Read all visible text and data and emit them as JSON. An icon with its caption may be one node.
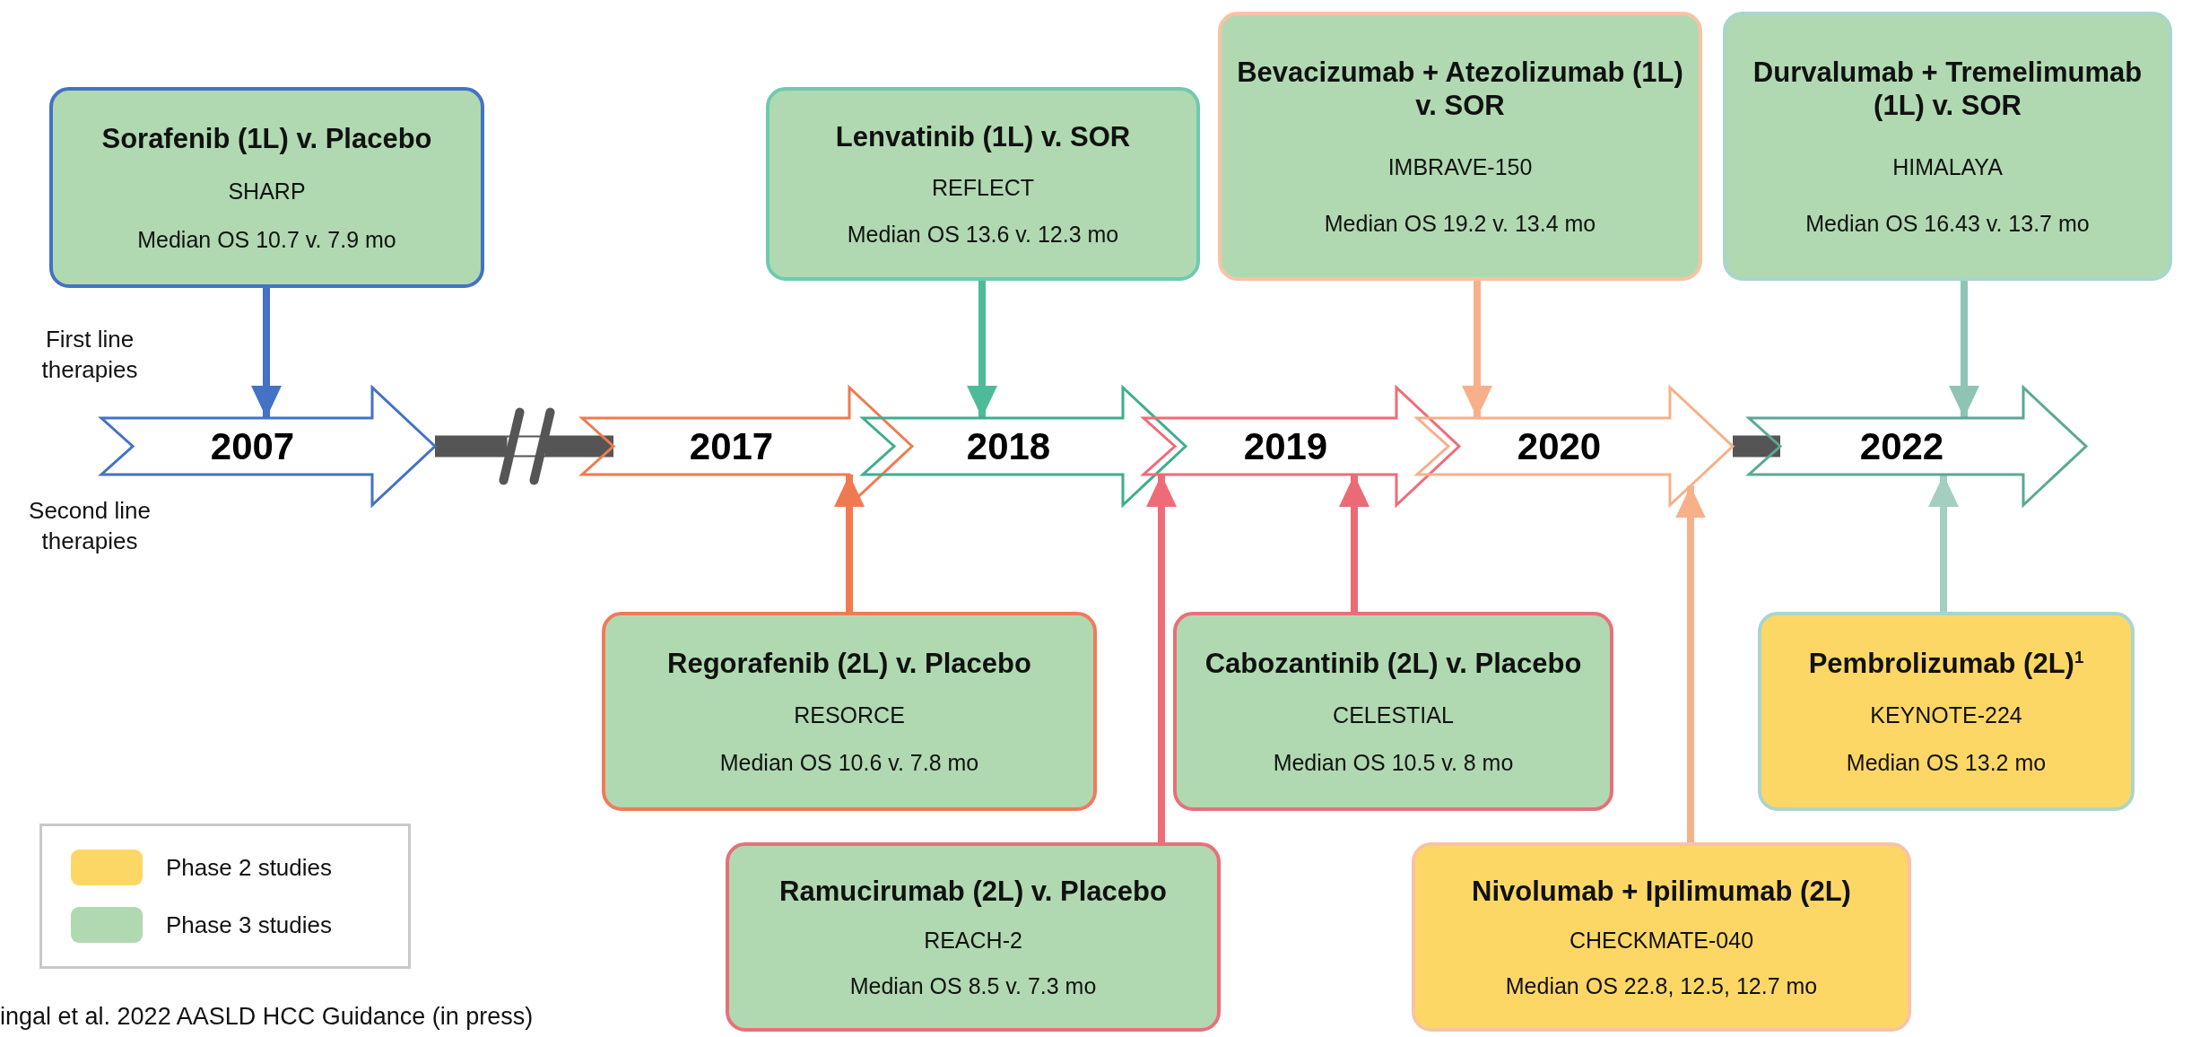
{
  "diagram": {
    "nodes": [
      {
        "text": [
          "Sorafenib (1L) v. Placebo",
          "SHARP",
          "Median OS 10.7 v. 7.9 mo"
        ]
      },
      {
        "text": [
          "Lenvatinib (1L) v. SOR",
          "REFLECT",
          "Median OS 13.6 v. 12.3 mo"
        ]
      },
      {
        "text": [
          "Bevacizumab + Atezolizumab (1L) v. SOR",
          "IMBRAVE-150",
          "Median OS 19.2 v. 13.4 mo"
        ]
      },
      {
        "text": [
          "Durvalumab + Tremelimumab (1L) v. SOR",
          "HIMALAYA",
          "Median OS 16.43 v. 13.7 mo"
        ]
      },
      {
        "text": [
          "2007"
        ]
      },
      {
        "text": [
          "2017"
        ]
      },
      {
        "text": [
          "2018"
        ]
      },
      {
        "text": [
          "2019"
        ]
      },
      {
        "text": [
          "2020"
        ]
      },
      {
        "text": [
          "2022"
        ]
      },
      {
        "text": [
          "Regorafenib (2L) v. Placebo",
          "RESORCE",
          "Median OS 10.6 v. 7.8 mo"
        ]
      },
      {
        "text": [
          "Cabozantinib (2L) v. Placebo",
          "CELESTIAL",
          "Median OS 10.5 v. 8 mo"
        ]
      },
      {
        "text": [
          "Pembrolizumab (2L)$^{1}$",
          "KEYNOTE-224",
          "Median OS 13.2 mo"
        ]
      },
      {
        "text": [
          "Ramucirumab (2L) v. Placebo",
          "REACH-2",
          "Median OS 8.5 v. 7.3 mo"
        ]
      },
      {
        "text": [
          "Nivolumab + Ipilimumab (2L)",
          "CHECKMATE-040",
          "Median OS 22.8, 12.5, 12.7 mo"
        ]
      }
    ],
    "edges": [
      {
        "from": 0,
        "to": 4,
        "arrow": "to",
        "color": "#4472c4"
      },
      {
        "from": 1,
        "to": 6,
        "arrow": "to",
        "color": "#4dbb9a"
      },
      {
        "from": 2,
        "to": 8,
        "arrow": "to",
        "color": "#f7b08a"
      },
      {
        "from": 3,
        "to": 9,
        "arrow": "to",
        "color": "#8fc4b4"
      },
      {
        "from": 10,
        "to": 5,
        "arrow": "to",
        "color": "#f07a50"
      },
      {
        "from": 13,
        "to": 7,
        "arrow": "to",
        "color": "#f06b78"
      },
      {
        "from": 11,
        "to": 7,
        "arrow": "to",
        "color": "#eb6a76"
      },
      {
        "from": 14,
        "to": 8,
        "arrow": "to",
        "color": "#f7b08a"
      },
      {
        "from": 12,
        "to": 9,
        "arrow": "to",
        "color": "#a4cfc0"
      },
      {
        "from": 4,
        "to": 5,
        "arrow": "none",
        "style": "thick",
        "color": "#555555"
      },
      {
        "from": 8,
        "to": 9,
        "arrow": "none",
        "style": "thick",
        "color": "#555555"
      }
    ],
    "labels": [
      "First line therapies",
      "Second line therapies",
      "ingal et al. 2022 AASLD HCC Guidance (in press)"
    ],
    "legend": [
      {
        "text": "Phase 2 studies",
        "color": "#fdd766"
      },
      {
        "text": "Phase 3 studies",
        "color": "#b0d9b1"
      }
    ]
  }
}
